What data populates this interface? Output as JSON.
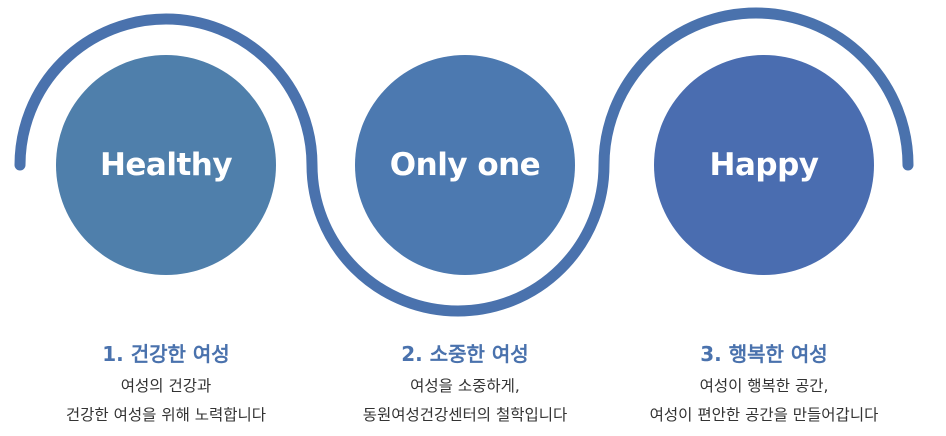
{
  "steps": [
    {
      "circle_label": "Healthy",
      "heading": "1. 건강한 여성",
      "line1": "여성의 건강과",
      "line2": "건강한 여성을 위해 노력합니다"
    },
    {
      "circle_label": "Only one",
      "heading": "2. 소중한 여성",
      "line1": "여성을 소중하게,",
      "line2": "동원여성건강센터의 철학입니다"
    },
    {
      "circle_label": "Happy",
      "heading": "3. 행복한 여성",
      "line1": "여성이 행복한 공간,",
      "line2": "여성이 편안한 공간을 만들어갑니다"
    }
  ],
  "colors": {
    "wave_line": "#4a72ad",
    "circle_1": "#4f7fab",
    "circle_2": "#4c79b0",
    "circle_3": "#4a6db0",
    "heading_text": "#4a72ad",
    "body_text": "#333333"
  }
}
